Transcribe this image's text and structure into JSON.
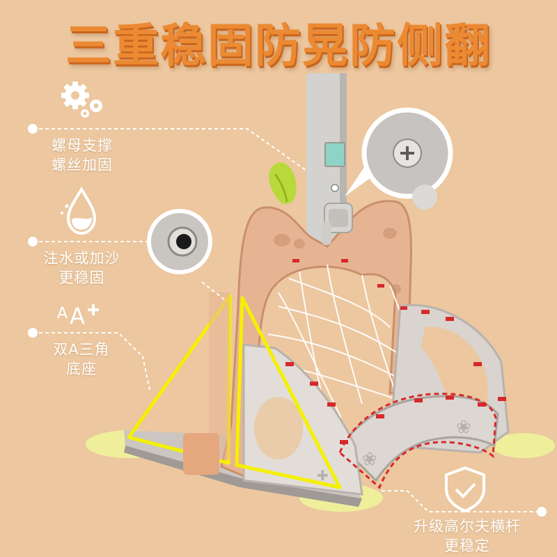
{
  "title": "三重稳固防晃防侧翻",
  "features": [
    {
      "icon": "gear-icon",
      "lines": [
        "螺母支撑",
        "螺丝加固"
      ]
    },
    {
      "icon": "water-drop-icon",
      "lines": [
        "注水或加沙",
        "更稳固"
      ]
    },
    {
      "icon": "font-size-icon",
      "lines": [
        "双A三角",
        "底座"
      ]
    },
    {
      "icon": "shield-check-icon",
      "lines": [
        "升级高尔夫横杆",
        "更稳定"
      ]
    }
  ],
  "colors": {
    "background": "#ecc79f",
    "title": "#eb8a33",
    "triangle_highlight": "#f5f000",
    "crossbar_highlight": "#d62a2a",
    "callout": "#ffffff"
  }
}
